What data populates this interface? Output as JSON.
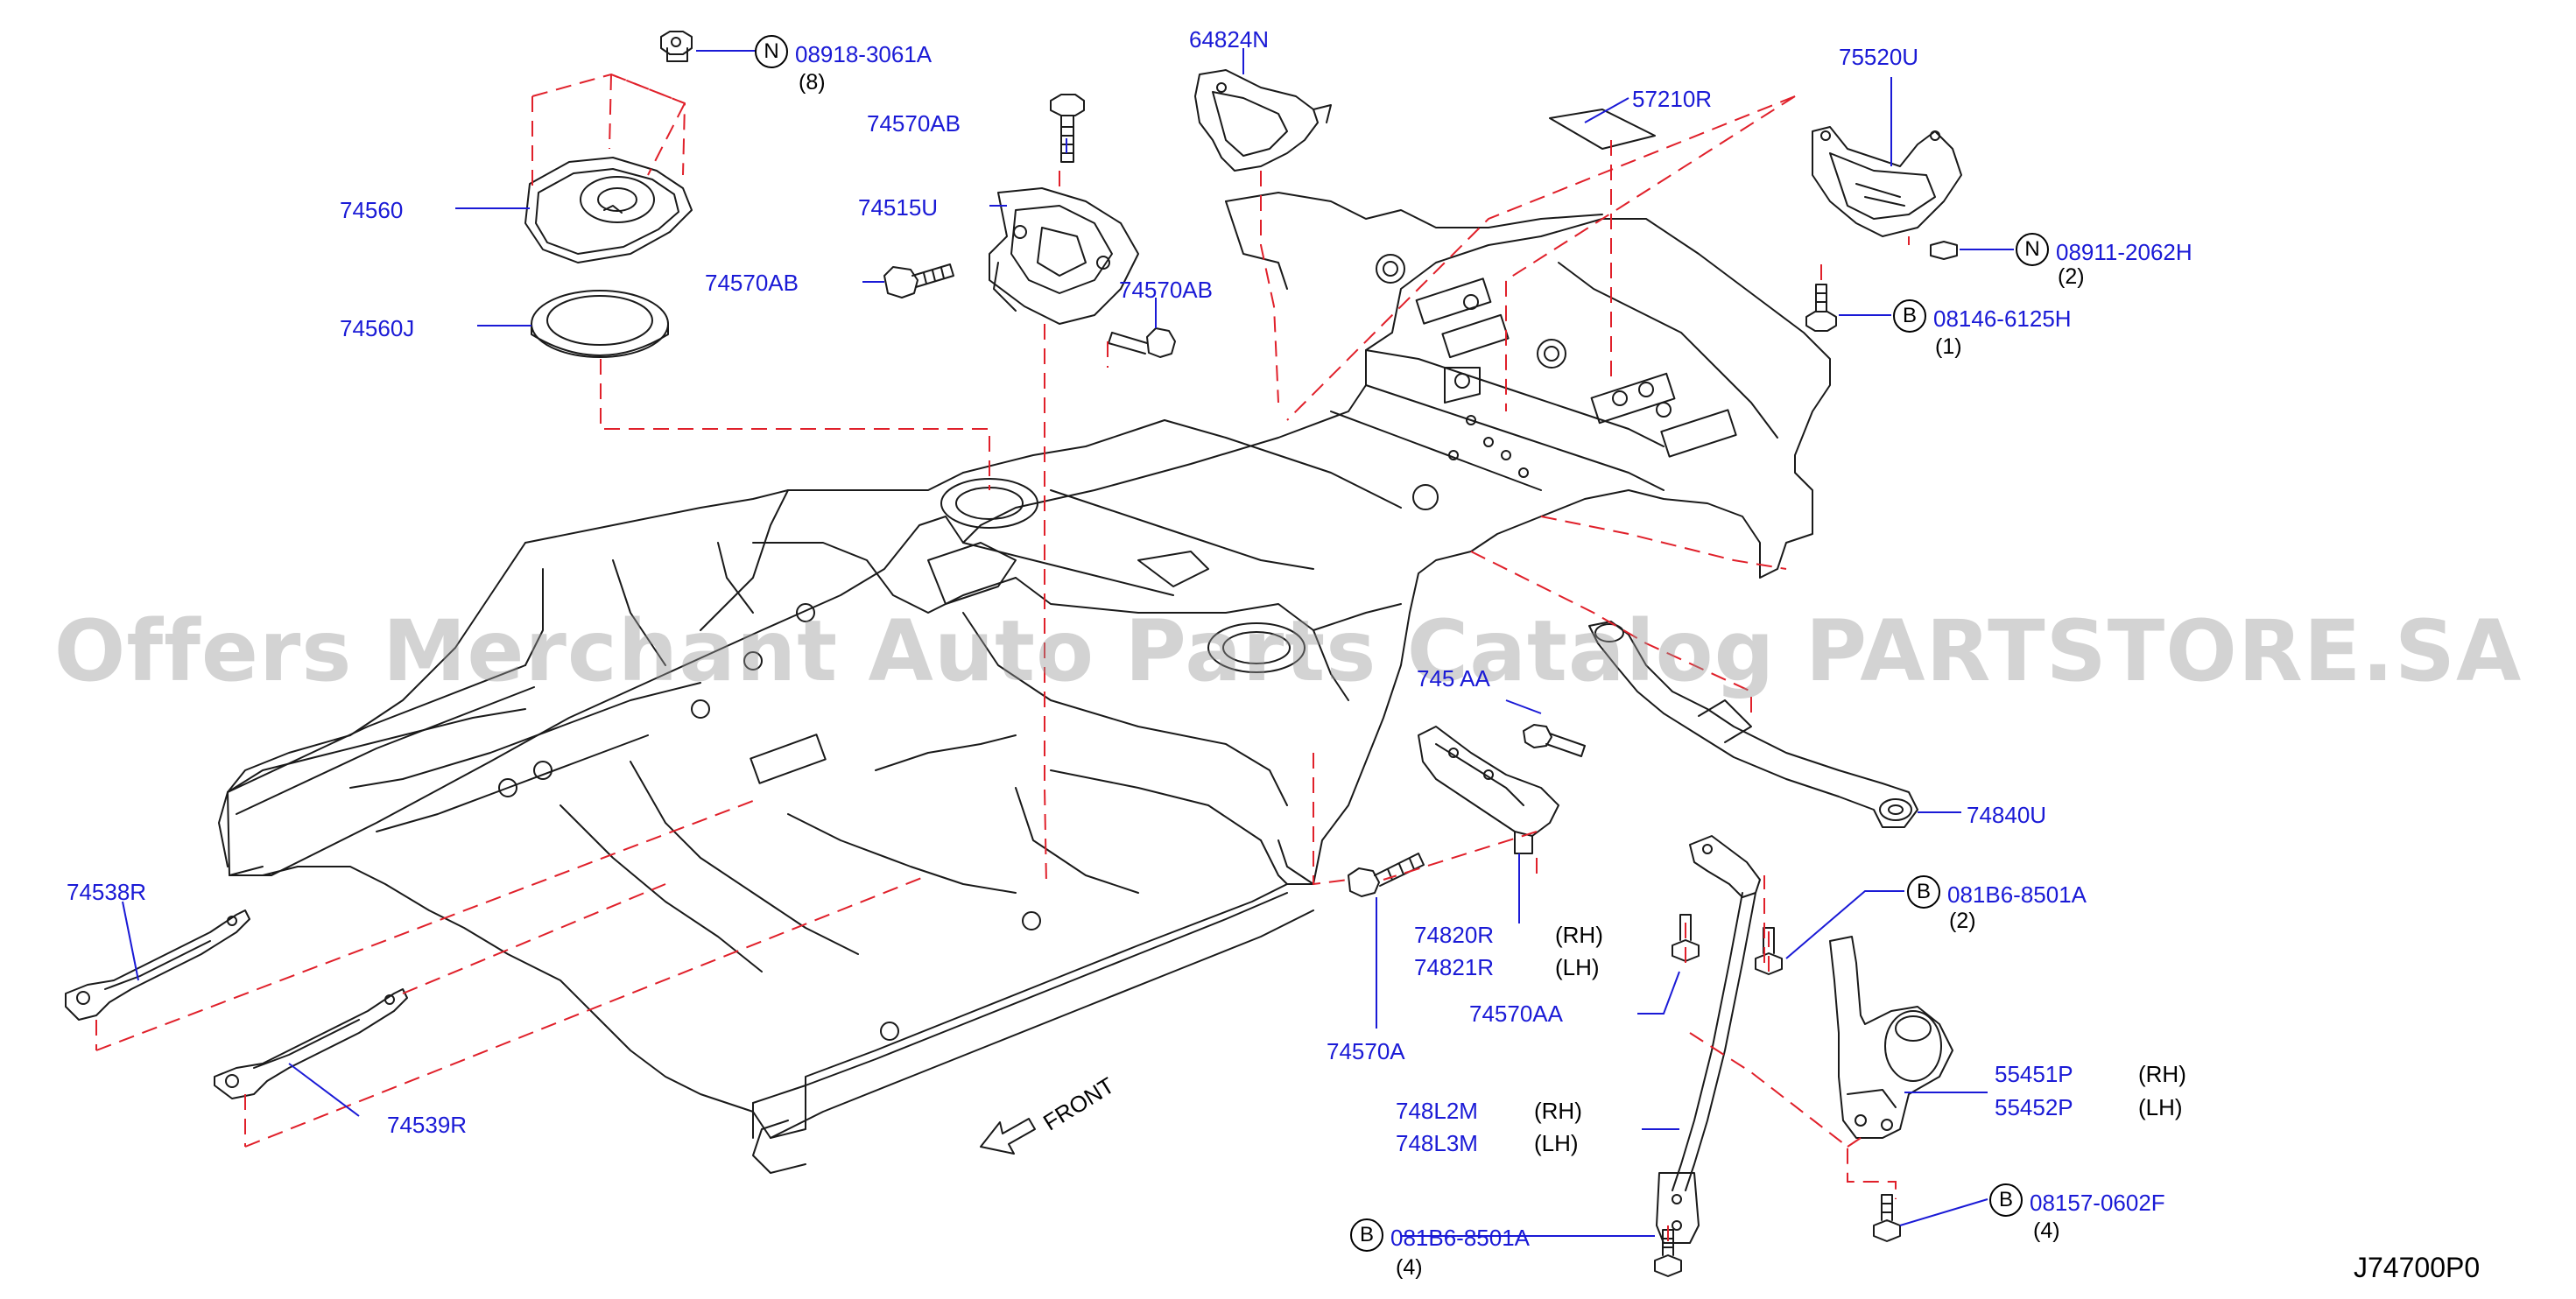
{
  "watermark": "Offers Merchant Auto Parts Catalog PARTSTORE.SA",
  "diagram_code": "J74700P0",
  "front_label": "FRONT",
  "parts": {
    "p08918_3061A": {
      "prefix": "N",
      "number": "08918-3061A",
      "qty": "(8)"
    },
    "p74560": {
      "number": "74560"
    },
    "p74560J": {
      "number": "74560J"
    },
    "p74570AB_top": {
      "number": "74570AB"
    },
    "p74515U": {
      "number": "74515U"
    },
    "p74570AB_left": {
      "number": "74570AB"
    },
    "p74570AB_right": {
      "number": "74570AB"
    },
    "p64824N": {
      "number": "64824N"
    },
    "p57210R": {
      "number": "57210R"
    },
    "p75520U": {
      "number": "75520U"
    },
    "p08911_2062H": {
      "prefix": "N",
      "number": "08911-2062H",
      "qty": "(2)"
    },
    "p08146_6125H": {
      "prefix": "B",
      "number": "08146-6125H",
      "qty": "(1)"
    },
    "p74570AA_upper": {
      "number": "745 AA"
    },
    "p74840U": {
      "number": "74840U"
    },
    "p081B6_8501A_right": {
      "prefix": "B",
      "number": "081B6-8501A",
      "qty": "(2)"
    },
    "p74820R": {
      "number": "74820R",
      "side": "(RH)"
    },
    "p74821R": {
      "number": "74821R",
      "side": "(LH)"
    },
    "p74570AA_mid": {
      "number": "74570AA"
    },
    "p74570A": {
      "number": "74570A"
    },
    "p55451P": {
      "number": "55451P",
      "side": "(RH)"
    },
    "p55452P": {
      "number": "55452P",
      "side": "(LH)"
    },
    "p748L2M": {
      "number": "748L2M",
      "side": "(RH)"
    },
    "p748L3M": {
      "number": "748L3M",
      "side": "(LH)"
    },
    "p08157_0602F": {
      "prefix": "B",
      "number": "08157-0602F",
      "qty": "(4)"
    },
    "p081B6_8501A_bottom": {
      "prefix": "B",
      "number": "081B6-8501A",
      "qty": "(4)"
    },
    "p74538R": {
      "number": "74538R"
    },
    "p74539R": {
      "number": "74539R"
    }
  },
  "colors": {
    "label": "#1a1ad6",
    "leader": "#1a1ad6",
    "dash": "#e0202a",
    "line": "#1a1a1a",
    "watermark": "#969696"
  }
}
